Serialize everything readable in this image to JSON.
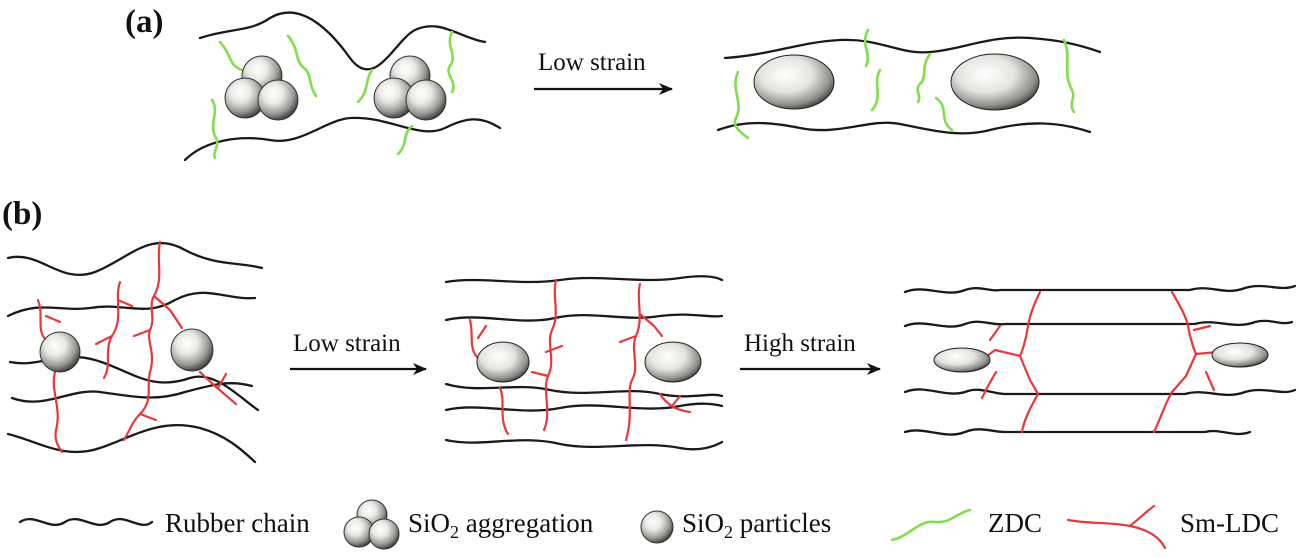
{
  "panels": {
    "a": {
      "label": "(a)",
      "arrow": "Low strain"
    },
    "b": {
      "label": "(b)",
      "arrow_low": "Low strain",
      "arrow_high": "High strain"
    }
  },
  "legend": {
    "rubber_chain": "Rubber chain",
    "sio2_aggregation_prefix": "SiO",
    "sio2_aggregation_sub": "2",
    "sio2_aggregation_suffix": " aggregation",
    "sio2_particles_prefix": "SiO",
    "sio2_particles_sub": "2",
    "sio2_particles_suffix": " particles",
    "zdc": "ZDC",
    "sm_ldc": "Sm-LDC"
  },
  "colors": {
    "rubber_chain": "#1a1a1a",
    "zdc": "#7ee04a",
    "sm_ldc": "#e8383a",
    "particle_light": "#fafafa",
    "particle_dark": "#2b2b2b"
  }
}
